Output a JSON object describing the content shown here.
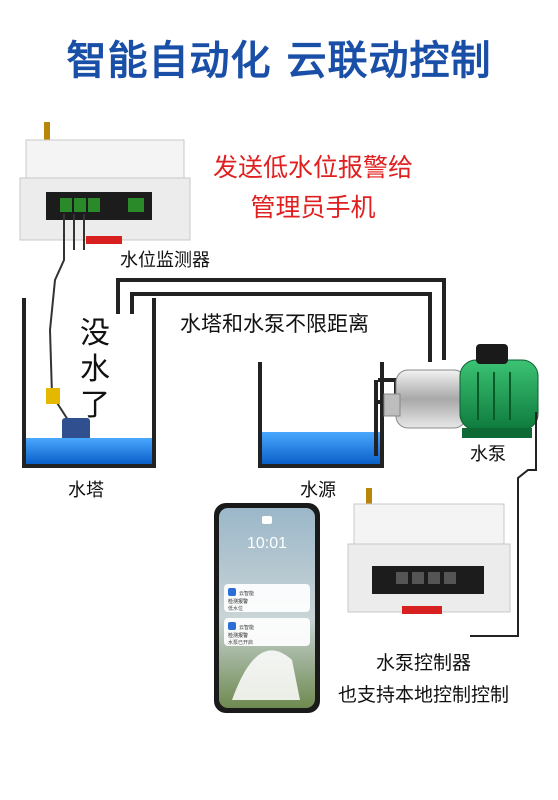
{
  "headline": "智能自动化 云联动控制",
  "alert_text": {
    "line1": "发送低水位报警给",
    "line2": "管理员手机"
  },
  "labels": {
    "detector": "水位监测器",
    "distance": "水塔和水泵不限距离",
    "tower_empty_1": "没",
    "tower_empty_2": "水",
    "tower_empty_3": "了",
    "tower": "水塔",
    "source": "水源",
    "pump": "水泵",
    "controller_1": "水泵控制器",
    "controller_2": "也支持本地控制控制"
  },
  "phone": {
    "time": "10:01",
    "notifications": [
      {
        "app": "云智能",
        "title": "检测报警",
        "body": "低水位"
      },
      {
        "app": "云智能",
        "title": "检测报警",
        "body": "水泵已开启"
      }
    ]
  },
  "colors": {
    "headline": "#1a4fa8",
    "alert": "#e02020",
    "water": "#1f7fe0",
    "pump_motor": "#1d9a52"
  }
}
